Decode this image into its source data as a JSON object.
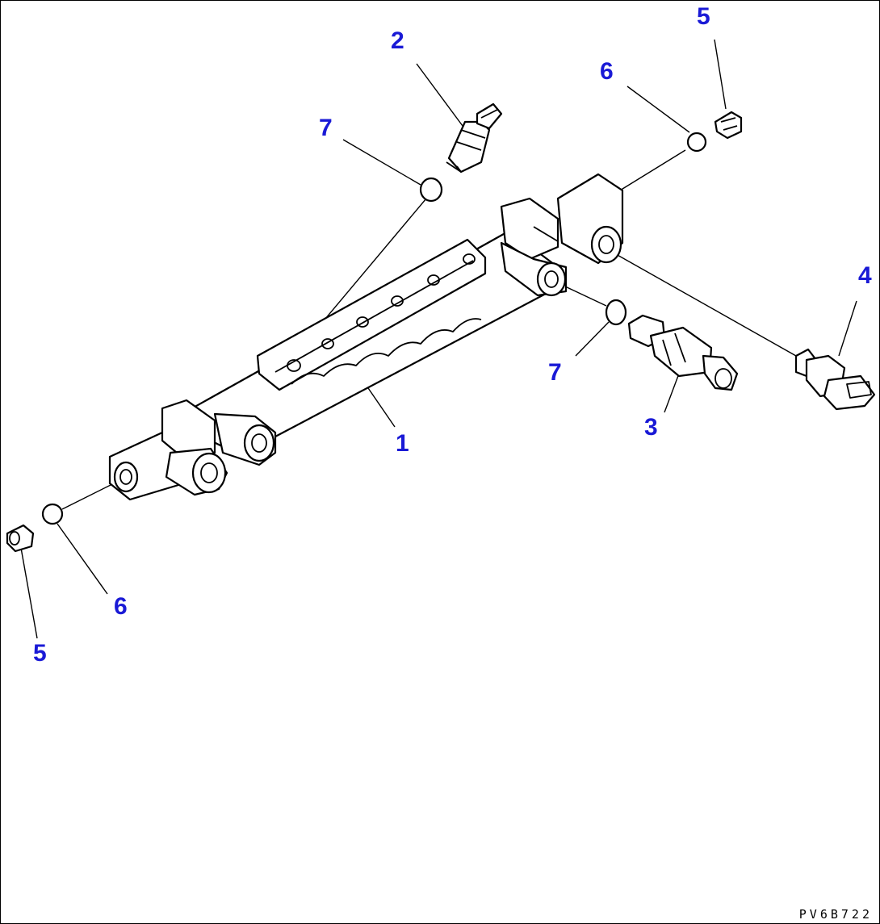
{
  "diagram": {
    "drawing_code": "PV6B722",
    "callout_color": "#1a1ad6",
    "callouts": [
      {
        "id": "1",
        "label": "1"
      },
      {
        "id": "2",
        "label": "2"
      },
      {
        "id": "3",
        "label": "3"
      },
      {
        "id": "4",
        "label": "4"
      },
      {
        "id": "5a",
        "label": "5"
      },
      {
        "id": "5b",
        "label": "5"
      },
      {
        "id": "6a",
        "label": "6"
      },
      {
        "id": "6b",
        "label": "6"
      },
      {
        "id": "7a",
        "label": "7"
      },
      {
        "id": "7b",
        "label": "7"
      }
    ]
  }
}
